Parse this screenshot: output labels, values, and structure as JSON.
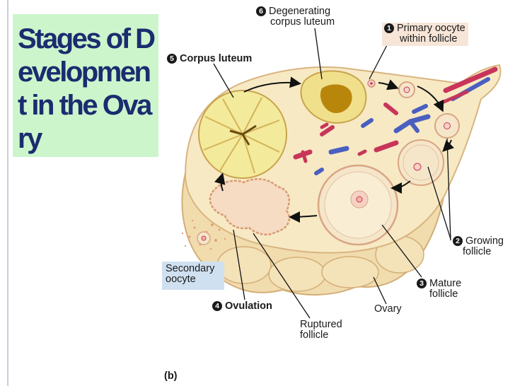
{
  "slide": {
    "title": "Stages of Development in the Ovary",
    "title_bg": "#ccf5cc",
    "title_color": "#1b2c6f"
  },
  "figure": {
    "sublabel": "(b)",
    "labels": {
      "degenerating": {
        "num": "6",
        "line1": "Degenerating",
        "line2": "corpus luteum"
      },
      "primary": {
        "num": "1",
        "line1": "Primary oocyte",
        "line2": "within follicle"
      },
      "corpus_luteum": {
        "num": "5",
        "text": "Corpus luteum"
      },
      "growing": {
        "num": "2",
        "line1": "Growing",
        "line2": "follicle"
      },
      "mature": {
        "num": "3",
        "line1": "Mature",
        "line2": "follicle"
      },
      "ovulation": {
        "num": "4",
        "text": "Ovulation"
      },
      "ruptured": {
        "line1": "Ruptured",
        "line2": "follicle"
      },
      "ovary": {
        "text": "Ovary"
      },
      "secondary": {
        "line1": "Secondary",
        "line2": "oocyte"
      }
    },
    "colors": {
      "ovary_fill": "#f7e9c4",
      "ovary_outline": "#d8b580",
      "corpus_luteum": "#f3ea9c",
      "vessel_red": "#c8355a",
      "vessel_blue": "#4a5fc0",
      "label_box_primary": "#f7e6d8",
      "label_box_secondary": "#cfe0f0"
    }
  }
}
